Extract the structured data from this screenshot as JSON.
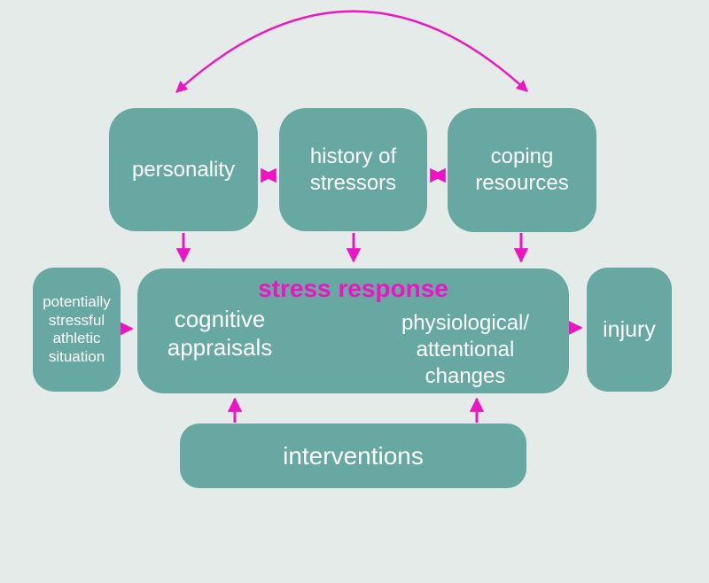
{
  "diagram": {
    "title_implied": "stress and athletic injury model",
    "boxes": {
      "personality": "personality",
      "history_of_stressors": "history of\nstressors",
      "coping_resources": "coping\nresources",
      "potentially_stressful_athletic_situation": "potentially\nstressful\nathletic\nsituation",
      "stress_response_title": "stress response",
      "cognitive_appraisals": "cognitive\nappraisals",
      "physiological_attentional_changes": "physiological/\nattentional changes",
      "injury": "injury",
      "interventions": "interventions"
    },
    "arrows": [
      "personality <-> coping resources (curved, double-headed, over top)",
      "personality <-> history of stressors (double-headed)",
      "history of stressors <-> coping resources (double-headed)",
      "personality -> stress response",
      "history of stressors -> stress response",
      "coping resources -> stress response",
      "potentially stressful athletic situation -> stress response",
      "stress response -> injury",
      "interventions -> stress response (left)",
      "interventions -> stress response (right)"
    ]
  },
  "colors": {
    "background": "#e5ebe8",
    "box_fill": "#67a9a2",
    "box_text": "#ffffff",
    "arrow": "#ee14c3",
    "stress_title_text": "#ee14c3"
  }
}
